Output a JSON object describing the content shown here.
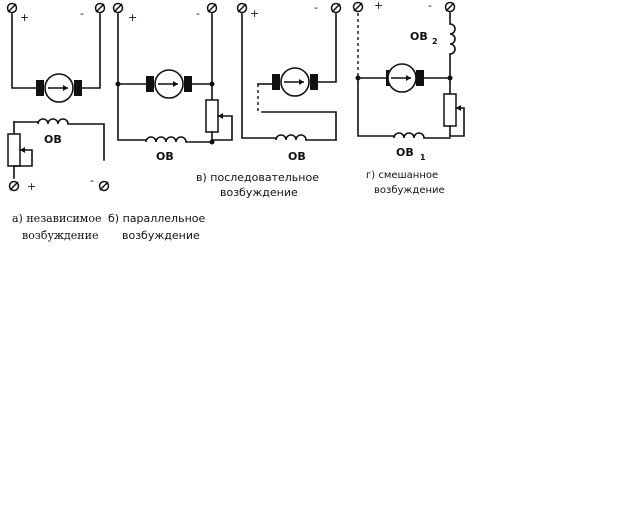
{
  "schemes": [
    {
      "plus": "+",
      "minus": "-",
      "winding": "ОВ",
      "field_plus": "+",
      "field_minus": "-",
      "caption": [
        "а) независимое",
        "возбуждение"
      ]
    },
    {
      "plus": "+",
      "minus": "-",
      "winding": "ОВ",
      "caption": [
        "б) параллельное",
        "возбуждение"
      ]
    },
    {
      "plus": "+",
      "minus": "-",
      "winding": "ОВ",
      "caption": [
        "в)  последовательное",
        "возбуждение"
      ]
    },
    {
      "plus": "+",
      "minus": "-",
      "winding_series": "ОВ",
      "winding_series_sub": "2",
      "winding_shunt": "ОВ",
      "winding_shunt_sub": "1",
      "caption": [
        "г)   смешанное",
        "возбуждение"
      ]
    }
  ],
  "icons": [
    "terminal-icon",
    "motor-icon",
    "rheostat-icon",
    "field-winding-icon"
  ]
}
